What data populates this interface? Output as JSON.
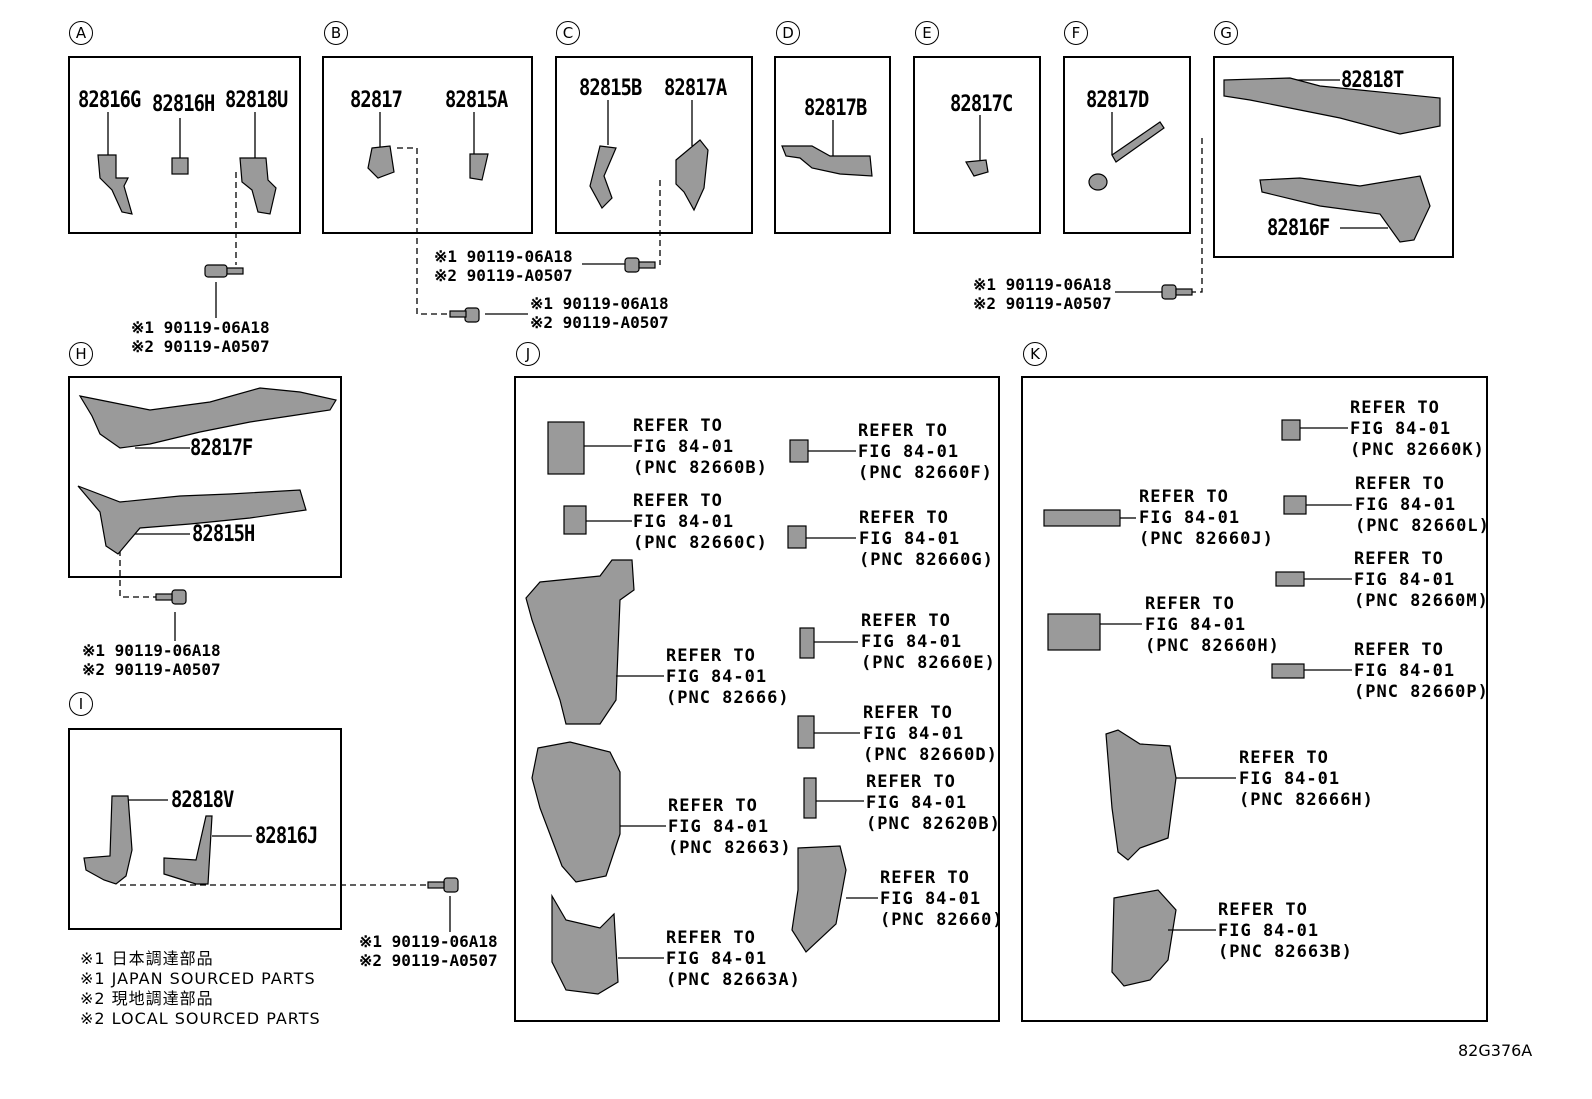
{
  "sections": [
    {
      "id": "A",
      "label": "A",
      "parts": [
        "82816G",
        "82816H",
        "82818U"
      ]
    },
    {
      "id": "B",
      "label": "B",
      "parts": [
        "82817",
        "82815A"
      ]
    },
    {
      "id": "C",
      "label": "C",
      "parts": [
        "82815B",
        "82817A"
      ]
    },
    {
      "id": "D",
      "label": "D",
      "parts": [
        "82817B"
      ]
    },
    {
      "id": "E",
      "label": "E",
      "parts": [
        "82817C"
      ]
    },
    {
      "id": "F",
      "label": "F",
      "parts": [
        "82817D"
      ]
    },
    {
      "id": "G",
      "label": "G",
      "parts": [
        "82818T",
        "82816F"
      ]
    },
    {
      "id": "H",
      "label": "H",
      "parts": [
        "82817F",
        "82815H"
      ]
    },
    {
      "id": "I",
      "label": "I",
      "parts": [
        "82818V",
        "82816J"
      ]
    },
    {
      "id": "J",
      "label": "J"
    },
    {
      "id": "K",
      "label": "K"
    }
  ],
  "bolt_note": {
    "line1": "※1 90119-06A18",
    "line2": "※2 90119-A0507"
  },
  "refer": {
    "line1": "REFER TO",
    "line2": "FIG 84-01"
  },
  "j_refs": [
    "(PNC 82660B)",
    "(PNC 82660F)",
    "(PNC 82660C)",
    "(PNC 82660G)",
    "(PNC 82666)",
    "(PNC 82660E)",
    "(PNC 82660D)",
    "(PNC 82663)",
    "(PNC 82620B)",
    "(PNC 82660)",
    "(PNC 82663A)"
  ],
  "k_refs": [
    "(PNC 82660K)",
    "(PNC 82660J)",
    "(PNC 82660L)",
    "(PNC 82660M)",
    "(PNC 82660H)",
    "(PNC 82660P)",
    "(PNC 82666H)",
    "(PNC 82663B)"
  ],
  "legend": [
    "※1 日本調達部品",
    "※1 JAPAN SOURCED PARTS",
    "※2 現地調達部品",
    "※2 LOCAL SOURCED PARTS"
  ],
  "figure_id": "82G376A"
}
